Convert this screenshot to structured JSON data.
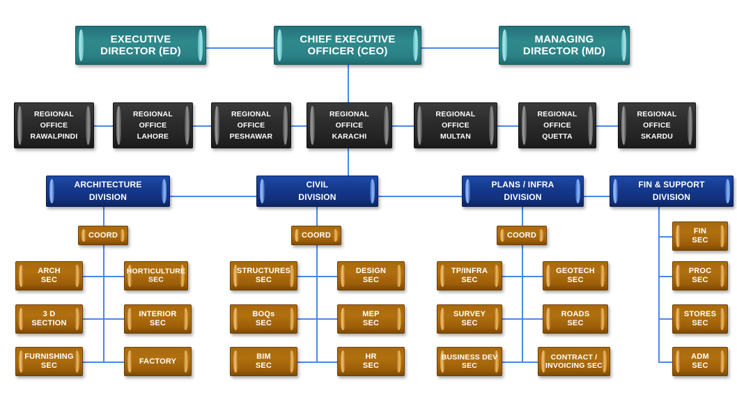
{
  "colors": {
    "connector": "#4a86e8",
    "executive": "#2b8085",
    "regional": "#2b2b2b",
    "division": "#16398c",
    "section": "#a9690d",
    "background": "#ffffff",
    "text": "#ffffff"
  },
  "executive_row": [
    {
      "id": "ed",
      "label": "EXECUTIVE\nDIRECTOR (ED)"
    },
    {
      "id": "ceo",
      "label": "CHIEF EXECUTIVE\nOFFICER (CEO)"
    },
    {
      "id": "md",
      "label": "MANAGING\nDIRECTOR (MD)"
    }
  ],
  "regional_offices": [
    {
      "id": "ro-rawalpindi",
      "label": "REGIONAL\nOFFICE\nRAWALPINDI"
    },
    {
      "id": "ro-lahore",
      "label": "REGIONAL\nOFFICE\nLAHORE"
    },
    {
      "id": "ro-peshawar",
      "label": "REGIONAL\nOFFICE\nPESHAWAR"
    },
    {
      "id": "ro-karachi",
      "label": "REGIONAL\nOFFICE\nKARACHI"
    },
    {
      "id": "ro-multan",
      "label": "REGIONAL\nOFFICE\nMULTAN"
    },
    {
      "id": "ro-quetta",
      "label": "REGIONAL\nOFFICE\nQUETTA"
    },
    {
      "id": "ro-skardu",
      "label": "REGIONAL\nOFFICE\nSKARDU"
    }
  ],
  "divisions": [
    {
      "id": "div-architecture",
      "label": "ARCHITECTURE\nDIVISION"
    },
    {
      "id": "div-civil",
      "label": "CIVIL\nDIVISION"
    },
    {
      "id": "div-plans-infra",
      "label": "PLANS /  INFRA\nDIVISION"
    },
    {
      "id": "div-fin-support",
      "label": "FIN & SUPPORT\nDIVISION"
    }
  ],
  "coordinators": [
    {
      "id": "coord-architecture",
      "label": "COORD"
    },
    {
      "id": "coord-civil",
      "label": "COORD"
    },
    {
      "id": "coord-plans-infra",
      "label": "COORD"
    }
  ],
  "sections": {
    "architecture": {
      "left": [
        {
          "id": "sec-arch",
          "label": "ARCH\nSEC"
        },
        {
          "id": "sec-3d",
          "label": "3 D\nSECTION"
        },
        {
          "id": "sec-furnishing",
          "label": "FURNISHING\nSEC"
        }
      ],
      "right": [
        {
          "id": "sec-horticulture",
          "label": "HORTICULTURE\nSEC"
        },
        {
          "id": "sec-interior",
          "label": "INTERIOR\nSEC"
        },
        {
          "id": "sec-factory",
          "label": "FACTORY"
        }
      ]
    },
    "civil": {
      "left": [
        {
          "id": "sec-structures",
          "label": "STRUCTURES\nSEC"
        },
        {
          "id": "sec-boqs",
          "label": "BOQs\nSEC"
        },
        {
          "id": "sec-bim",
          "label": "BIM\nSEC"
        }
      ],
      "right": [
        {
          "id": "sec-design",
          "label": "DESIGN\nSEC"
        },
        {
          "id": "sec-mep",
          "label": "MEP\nSEC"
        },
        {
          "id": "sec-hr",
          "label": "HR\nSEC"
        }
      ]
    },
    "plans_infra": {
      "left": [
        {
          "id": "sec-tp-infra",
          "label": "TP/INFRA\nSEC"
        },
        {
          "id": "sec-survey",
          "label": "SURVEY\nSEC"
        },
        {
          "id": "sec-business-dev",
          "label": "BUSINESS DEV\nSEC"
        }
      ],
      "right": [
        {
          "id": "sec-geotech",
          "label": "GEOTECH\nSEC"
        },
        {
          "id": "sec-roads",
          "label": "ROADS\nSEC"
        },
        {
          "id": "sec-contract",
          "label": "CONTRACT /\nINVOICING SEC"
        }
      ]
    },
    "fin_support": {
      "right": [
        {
          "id": "sec-fin",
          "label": "FIN\nSEC"
        },
        {
          "id": "sec-proc",
          "label": "PROC\nSEC"
        },
        {
          "id": "sec-stores",
          "label": "STORES\nSEC"
        },
        {
          "id": "sec-adm",
          "label": "ADM\nSEC"
        }
      ]
    }
  }
}
